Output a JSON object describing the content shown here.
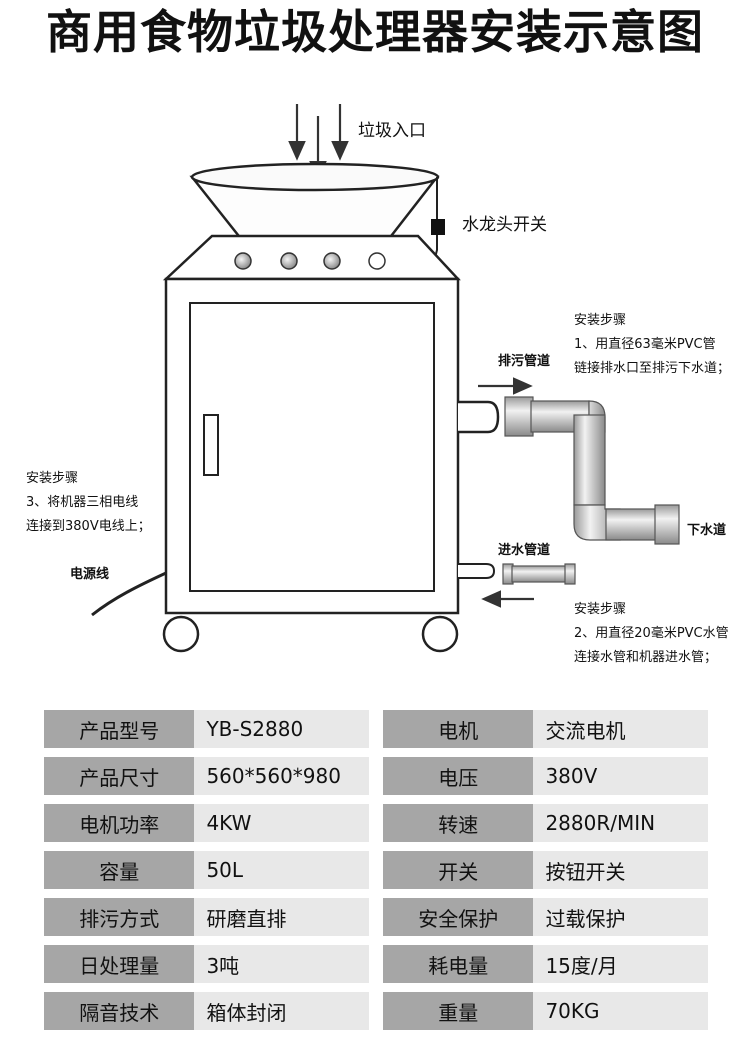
{
  "title": "商用食物垃圾处理器安装示意图",
  "labels": {
    "inlet": "垃圾入口",
    "faucet_switch": "水龙头开关",
    "drain_pipe": "排污管道",
    "sewer": "下水道",
    "inlet_pipe": "进水管道",
    "power_cord": "电源线"
  },
  "steps": {
    "step1": {
      "heading": "安装步骤",
      "lines": [
        "1、用直径63毫米PVC管",
        "链接排水口至排污下水道；"
      ]
    },
    "step2": {
      "heading": "安装步骤",
      "lines": [
        "2、用直径20毫米PVC水管",
        "连接水管和机器进水管；"
      ]
    },
    "step3": {
      "heading": "安装步骤",
      "lines": [
        "3、将机器三相电线",
        "连接到380V电线上；"
      ]
    }
  },
  "specs": [
    {
      "k1": "产品型号",
      "v1": "YB-S2880",
      "k2": "电机",
      "v2": "交流电机"
    },
    {
      "k1": "产品尺寸",
      "v1": "560*560*980",
      "k2": "电压",
      "v2": "380V"
    },
    {
      "k1": "电机功率",
      "v1": "4KW",
      "k2": "转速",
      "v2": "2880R/MIN"
    },
    {
      "k1": "容量",
      "v1": "50L",
      "k2": "开关",
      "v2": "按钮开关"
    },
    {
      "k1": "排污方式",
      "v1": "研磨直排",
      "k2": "安全保护",
      "v2": "过载保护"
    },
    {
      "k1": "日处理量",
      "v1": "3吨",
      "k2": "耗电量",
      "v2": "15度/月"
    },
    {
      "k1": "隔音技术",
      "v1": "箱体封闭",
      "k2": "重量",
      "v2": "70KG"
    }
  ]
}
